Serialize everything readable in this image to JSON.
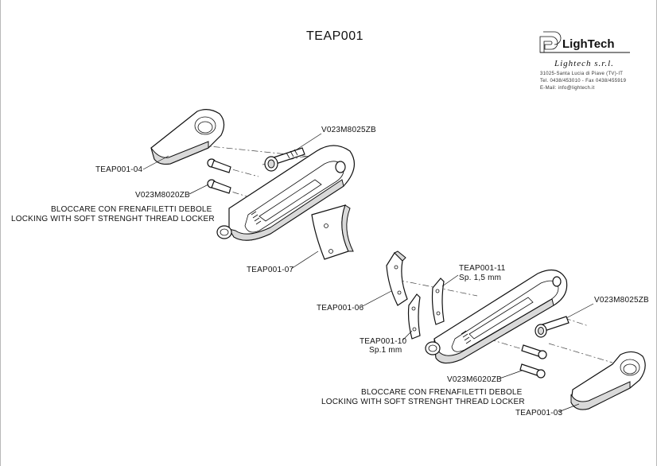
{
  "title": "TEAP001",
  "logo": {
    "brand": "LighTech",
    "company": "Lightech s.r.l.",
    "address": "31025-Santa Lucia di Piave (TV)-IT",
    "phone": "Tel. 0438/453010 - Fax 0438/455919",
    "email": "E-Mail: info@lightech.it"
  },
  "labels": {
    "teap001_04": "TEAP001-04",
    "v023m8025zb_top": "V023M8025ZB",
    "v023m8020zb": "V023M8020ZB",
    "bloccare_top": "BLOCCARE  CON  FRENAFILETTI  DEBOLE",
    "locking_top": "LOCKING  WITH  SOFT  STRENGHT  THREAD  LOCKER",
    "teap001_07": "TEAP001-07",
    "teap001_11": "TEAP001-11",
    "teap001_11_sp": "Sp.  1,5  mm",
    "teap001_06": "TEAP001-06",
    "v023m8025zb_right": "V023M8025ZB",
    "teap001_10": "TEAP001-10",
    "teap001_10_sp": "Sp.1  mm",
    "v023m6020zb": "V023M6020ZB",
    "bloccare_bottom": "BLOCCARE  CON  FRENAFILETTI  DEBOLE",
    "locking_bottom": "LOCKING  WITH  SOFT  STRENGHT  THREAD  LOCKER",
    "teap001_03": "TEAP001-03"
  }
}
